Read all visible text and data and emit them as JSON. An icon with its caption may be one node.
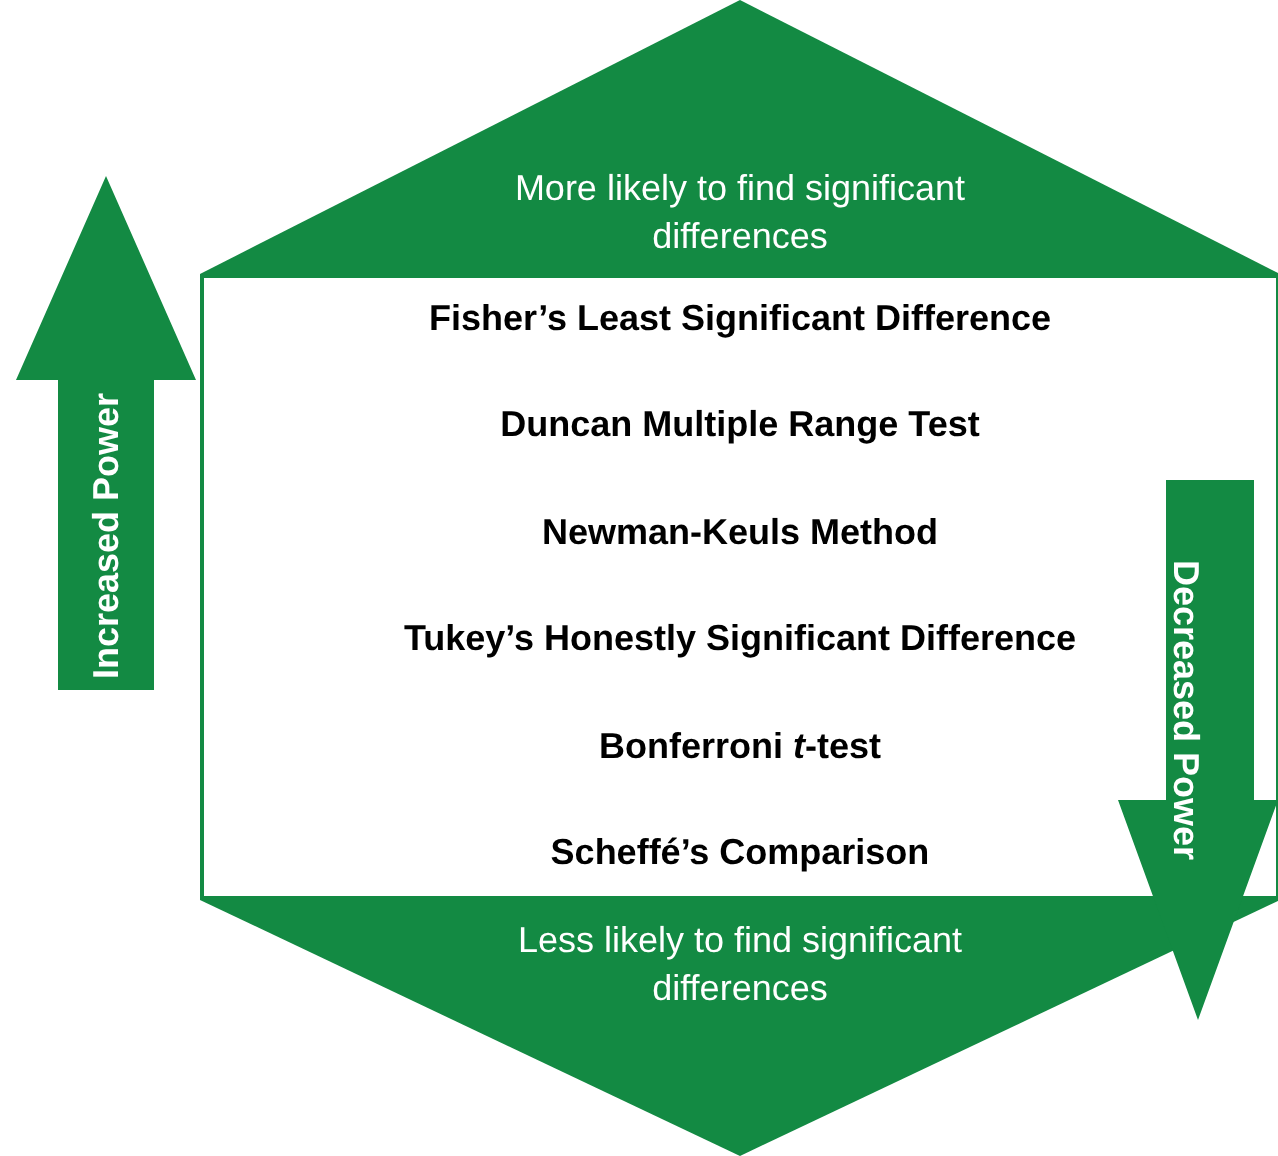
{
  "diagram": {
    "nodes": [
      {
        "text": [
          "More likely to find significant differences"
        ]
      },
      {
        "text": [
          "Fisher’s Least Significant Difference",
          "Duncan Multiple Range Test",
          "Newman-Keuls Method",
          "Tukey’s Honestly Significant Difference",
          "Bonferroni *t*-test",
          "Scheffé’s Comparison"
        ]
      },
      {
        "text": [
          "Less likely to find significant differences"
        ]
      },
      {
        "text": [
          "Increased Power"
        ]
      },
      {
        "text": [
          "Decreased Power"
        ]
      }
    ]
  }
}
